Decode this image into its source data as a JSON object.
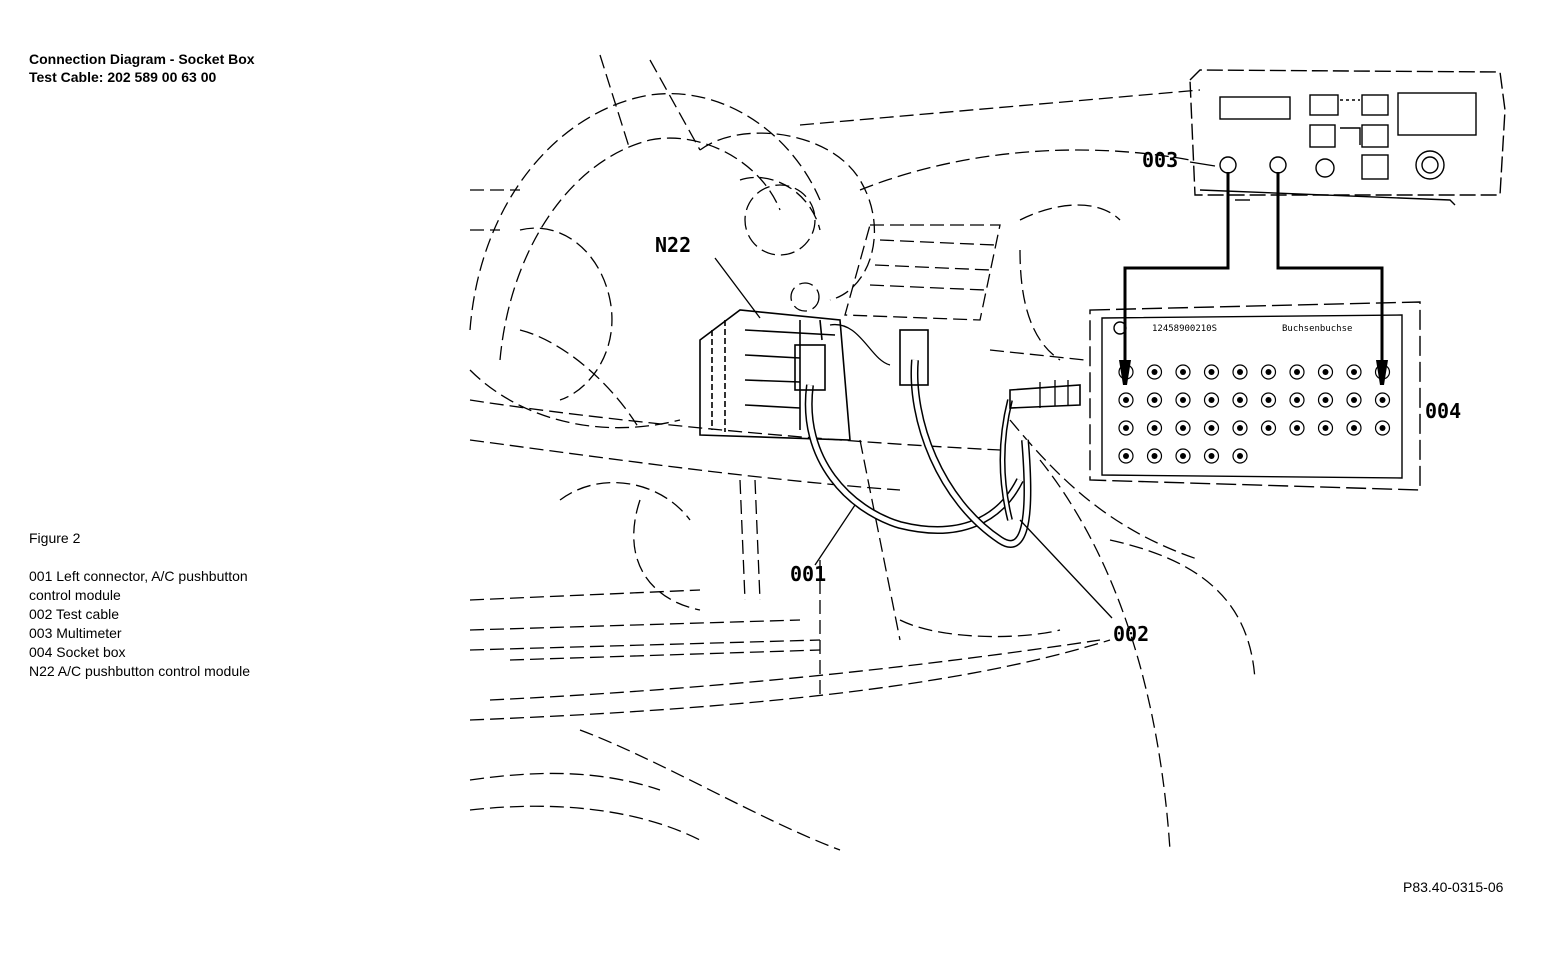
{
  "header": {
    "title": "Connection Diagram - Socket Box",
    "subtitle": "Test Cable: 202 589 00 63 00"
  },
  "legend": {
    "figure_label": "Figure 2",
    "items": [
      "001 Left connector, A/C pushbutton",
      "control module",
      "002 Test cable",
      "003 Multimeter",
      "004 Socket box",
      "N22 A/C pushbutton control module"
    ]
  },
  "callouts": {
    "n22": "N22",
    "c001": "001",
    "c002": "002",
    "c003": "003",
    "c004": "004"
  },
  "socket_box": {
    "code": "12458900210S",
    "name": "Buchsenbuchse"
  },
  "reference": "P83.40-0315-06"
}
